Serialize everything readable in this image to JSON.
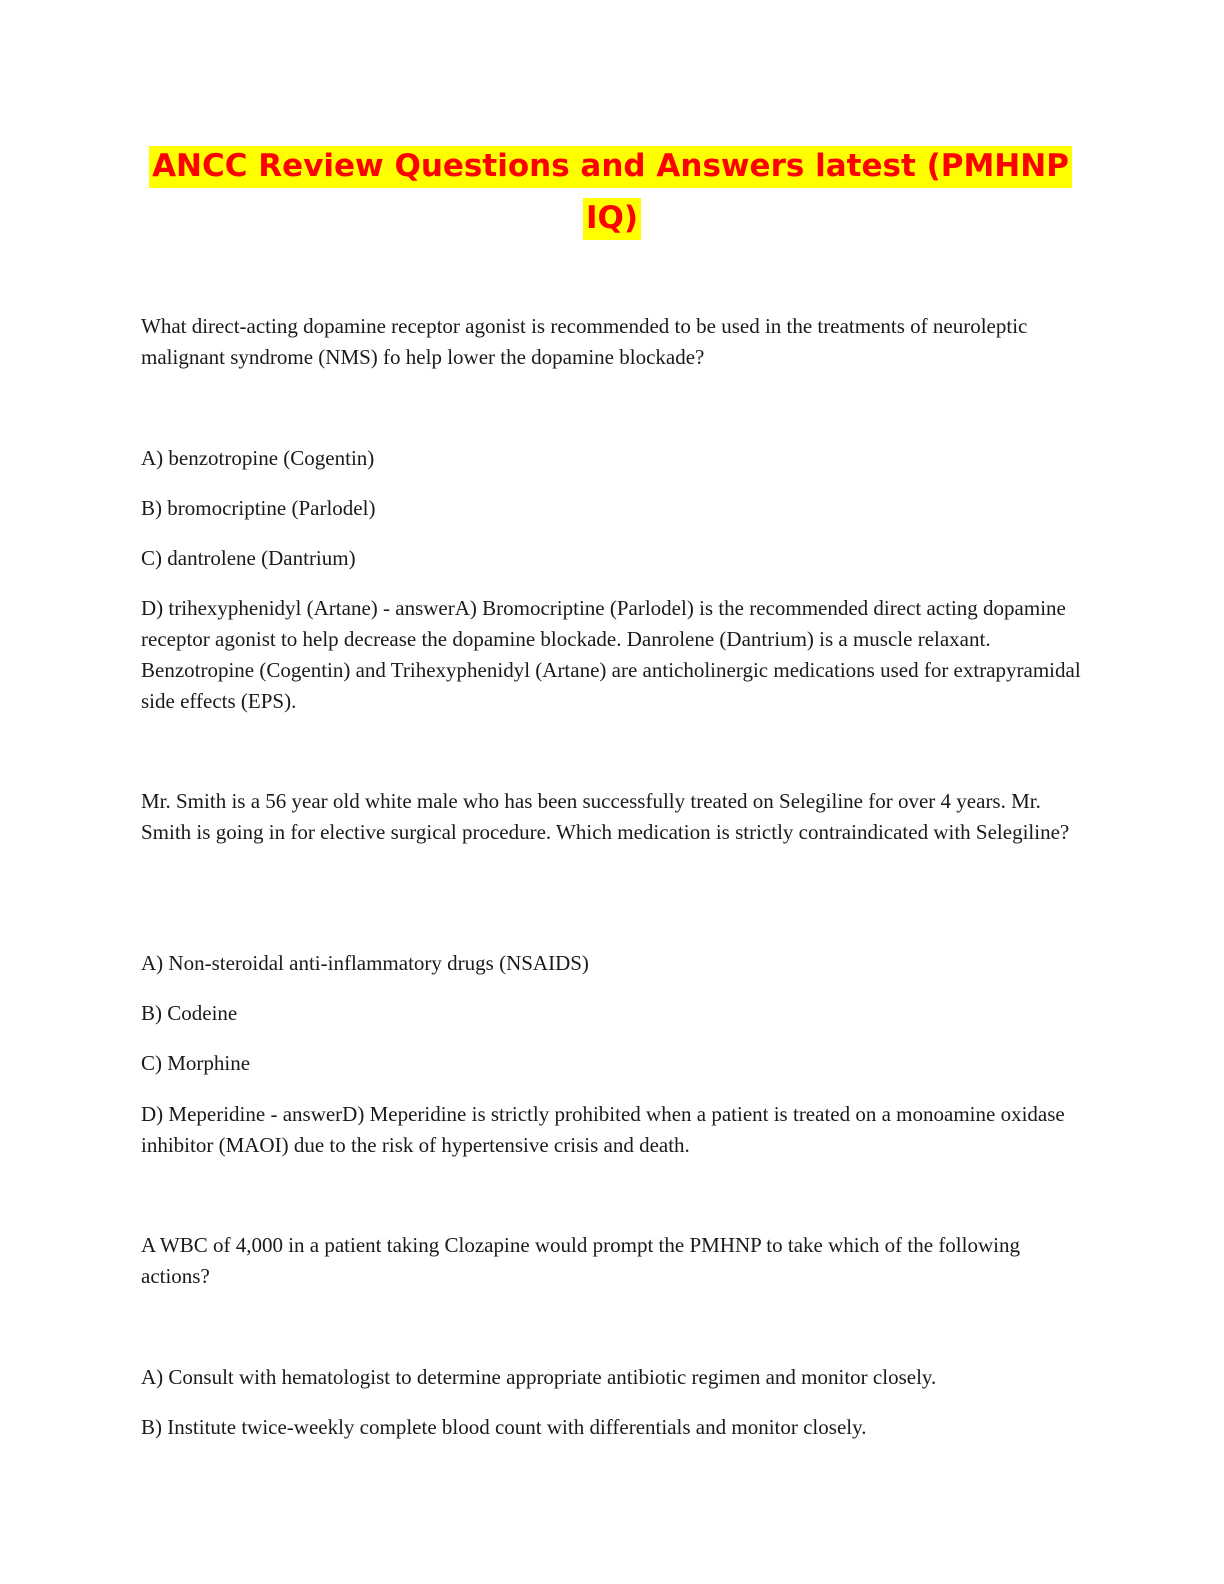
{
  "document": {
    "title": "ANCC Review Questions and Answers latest (PMHNP IQ)"
  },
  "questions": [
    {
      "question": "What direct-acting dopamine receptor agonist is recommended to be used in the treatments of neuroleptic malignant syndrome (NMS) fo help lower the dopamine blockade?",
      "options": [
        "A) benzotropine (Cogentin)",
        "B) bromocriptine (Parlodel)",
        "C) dantrolene (Dantrium)",
        "D) trihexyphenidyl (Artane) - answerA) Bromocriptine (Parlodel) is the recommended direct acting dopamine receptor agonist to help decrease the dopamine blockade. Danrolene (Dantrium) is a muscle relaxant. Benzotropine (Cogentin) and Trihexyphenidyl (Artane) are anticholinergic medications used for extrapyramidal side effects (EPS)."
      ]
    },
    {
      "question": "Mr. Smith is a 56 year old white male who has been successfully treated on Selegiline for over 4 years. Mr. Smith is going in for elective surgical procedure. Which medication is strictly contraindicated with Selegiline?",
      "options": [
        "A) Non-steroidal anti-inflammatory drugs (NSAIDS)",
        "B) Codeine",
        "C) Morphine",
        "D) Meperidine - answerD) Meperidine is strictly prohibited when a patient is treated on a monoamine oxidase inhibitor (MAOI) due to the risk of hypertensive crisis and death."
      ]
    },
    {
      "question": "A WBC of 4,000 in a patient taking Clozapine would prompt the PMHNP to take which of the following actions?",
      "options": [
        "A) Consult with hematologist to determine appropriate antibiotic regimen and monitor closely.",
        "B) Institute twice-weekly complete blood count with differentials and monitor closely."
      ]
    }
  ]
}
